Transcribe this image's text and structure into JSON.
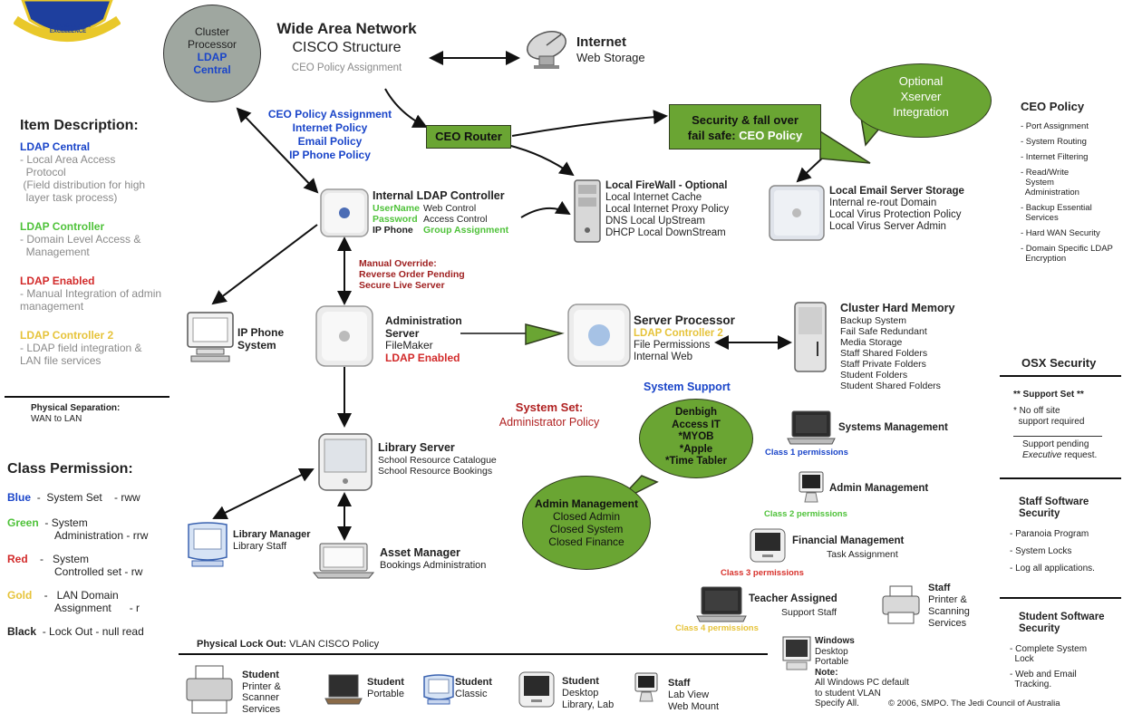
{
  "header": {
    "title": "Wide Area Network",
    "subtitle": "CISCO Structure",
    "policy": "CEO Policy Assignment"
  },
  "cluster_processor": {
    "line1": "Cluster",
    "line2": "Processor",
    "line3": "LDAP",
    "line4": "Central"
  },
  "logo": {
    "motto": "COURAGE FAITH EXCELLENCE"
  },
  "internet": {
    "title": "Internet",
    "sub": "Web Storage"
  },
  "ceo_links": {
    "l1": "CEO Policy Assignment",
    "l2": "Internet Policy",
    "l3": "Email Policy",
    "l4": "IP Phone Policy"
  },
  "ceo_router": "CEO Router",
  "security_box": {
    "l1": "Security & fall over",
    "l2a": "fail safe: ",
    "l2b": "CEO Policy"
  },
  "xserver_bubble": {
    "l1": "Optional",
    "l2": "Xserver",
    "l3": "Integration"
  },
  "item_description": {
    "heading": "Item Description:",
    "ldap_central": "LDAP Central",
    "ldap_central_desc": [
      "- Local Area Access",
      "  Protocol",
      " (Field distribution for high",
      "  layer task process)"
    ],
    "ldap_controller": "LDAP Controller",
    "ldap_controller_desc": [
      "- Domain Level Access &",
      "  Management"
    ],
    "ldap_enabled": "LDAP Enabled",
    "ldap_enabled_desc": [
      "- Manual Integration of admin",
      "management"
    ],
    "ldap_controller2": "LDAP Controller 2",
    "ldap_controller2_desc": [
      "- LDAP field integration &",
      "LAN file services"
    ]
  },
  "physical_separation": {
    "l1": "Physical Separation:",
    "l2": "WAN to LAN"
  },
  "class_permission": {
    "heading": "Class Permission:",
    "blue": "Blue",
    "blue_desc": "-  System Set    - rww",
    "green": "Green",
    "green_desc1": "-  System",
    "green_desc2": "Administration - rrw",
    "red": "Red",
    "red_desc1": "-   System",
    "red_desc2": "Controlled set - rw",
    "gold": "Gold",
    "gold_desc1": "-   LAN Domain",
    "gold_desc2": "Assignment      - r",
    "black": "Black",
    "black_desc": "-  Lock Out - null read"
  },
  "internal_ldap": {
    "title": "Internal LDAP Controller",
    "username": "UserName",
    "username_val": "Web Control",
    "password": "Password",
    "password_val": "Access Control",
    "ipphone": "IP Phone",
    "ipphone_val": "Group Assignment"
  },
  "firewall": {
    "title": "Local FireWall - Optional",
    "l1": "Local Internet Cache",
    "l2": "Local Internet Proxy Policy",
    "l3": "DNS Local UpStream",
    "l4": "DHCP Local DownStream"
  },
  "email_server": {
    "title": "Local Email Server Storage",
    "l1": "Internal re-rout Domain",
    "l2": "Local Virus Protection Policy",
    "l3": "Local Virus Server Admin"
  },
  "ceo_policy": {
    "heading": "CEO Policy",
    "items": [
      "- Port Assignment",
      "- System Routing",
      "- Internet Filtering",
      "- Read/Write",
      "  System",
      "  Administration",
      "- Backup Essential",
      "  Services",
      "- Hard WAN Security",
      "- Domain Specific LDAP",
      "  Encryption"
    ]
  },
  "manual_override": {
    "l1": "Manual Override:",
    "l2": "Reverse Order Pending",
    "l3": "Secure Live Server"
  },
  "ip_phone": {
    "l1": "IP Phone",
    "l2": "System"
  },
  "admin_server": {
    "l1": "Administration",
    "l2": "Server",
    "l3": "FileMaker",
    "l4": "LDAP Enabled"
  },
  "server_processor": {
    "title": "Server Processor",
    "l1": "LDAP Controller 2",
    "l2": "File Permissions",
    "l3": "Internal Web"
  },
  "cluster_memory": {
    "title": "Cluster Hard Memory",
    "items": [
      "Backup System",
      "Fail Safe Redundant",
      "Media Storage",
      "Staff Shared Folders",
      "Staff Private Folders",
      "Student Folders",
      "Student Shared Folders"
    ]
  },
  "osx_security": {
    "heading": "OSX Security",
    "support_set": "** Support Set **",
    "l1": "* No off site",
    "l2": "  support required",
    "l3": "Support pending",
    "l4": "Executive",
    "l4b": " request."
  },
  "system_support": "System Support",
  "system_set": {
    "l1": "System Set:",
    "l2": "Administrator Policy"
  },
  "denbigh_bubble": {
    "l1": "Denbigh",
    "l2": "Access IT",
    "l3": "*MYOB",
    "l4": "*Apple",
    "l5": "*Time Tabler"
  },
  "admin_bubble": {
    "l1": "Admin Management",
    "l2": "Closed Admin",
    "l3": "Closed System",
    "l4": "Closed Finance"
  },
  "systems_management": {
    "title": "Systems Management",
    "perm": "Class 1 permissions"
  },
  "admin_management": {
    "title": "Admin Management",
    "perm": "Class 2 permissions"
  },
  "financial_management": {
    "title": "Financial Management",
    "sub": "Task Assignment",
    "perm": "Class 3 permissions"
  },
  "teacher_assigned": {
    "title": "Teacher Assigned",
    "sub": "Support Staff",
    "perm": "Class 4 permissions"
  },
  "staff_printer": {
    "l1": "Staff",
    "l2": "Printer &",
    "l3": "Scanning",
    "l4": "Services"
  },
  "library_server": {
    "title": "Library Server",
    "l1": "School Resource Catalogue",
    "l2": "School Resource Bookings"
  },
  "library_manager": {
    "title": "Library Manager",
    "sub": "Library Staff"
  },
  "asset_manager": {
    "title": "Asset Manager",
    "sub": "Bookings Administration"
  },
  "staff_software": {
    "heading1": "Staff Software",
    "heading2": "Security",
    "items": [
      "- Paranoia Program",
      "- System Locks",
      "- Log all applications."
    ]
  },
  "student_software": {
    "heading1": "Student Software",
    "heading2": "Security",
    "items": [
      "- Complete System",
      "  Lock",
      "- Web and Email",
      "  Tracking."
    ]
  },
  "physical_lockout": {
    "label": "Physical Lock Out:",
    "value": " VLAN CISCO Policy"
  },
  "windows": {
    "title": "Windows",
    "l1": "Desktop",
    "l2": "Portable",
    "note": "Note:",
    "n1": "All Windows PC default",
    "n2": "to student VLAN",
    "n3": "Specify All."
  },
  "copyright": "© 2006, SMPO. The Jedi Council of Australia",
  "bottom_devices": {
    "student_printer": {
      "l1": "Student",
      "l2": "Printer &",
      "l3": "Scanner",
      "l4": "Services"
    },
    "student_portable": {
      "l1": "Student",
      "l2": "Portable"
    },
    "student_classic": {
      "l1": "Student",
      "l2": "Classic"
    },
    "student_desktop": {
      "l1": "Student",
      "l2": "Desktop",
      "l3": "Library, Lab"
    },
    "staff_labview": {
      "l1": "Staff",
      "l2": "Lab View",
      "l3": "Web Mount"
    }
  }
}
